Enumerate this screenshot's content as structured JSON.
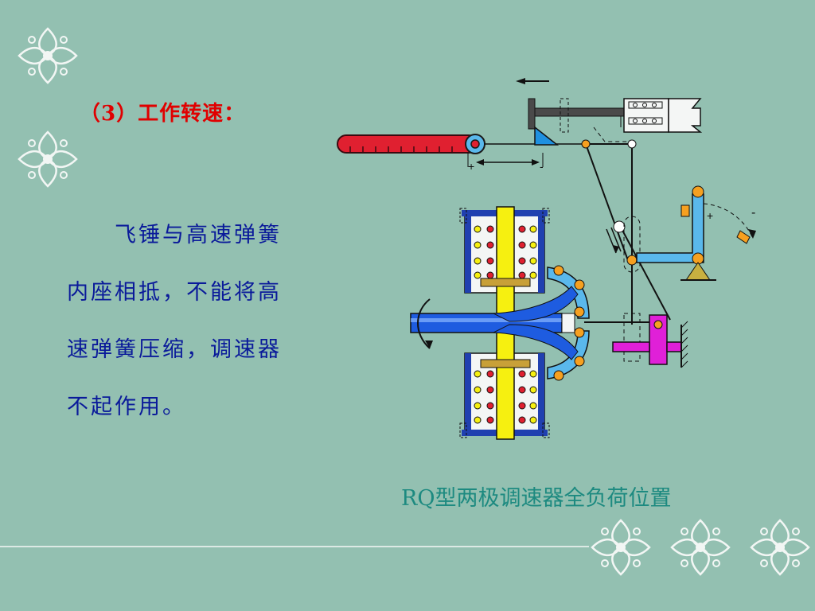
{
  "slide": {
    "heading": "（3）工作转速：",
    "body_lines": [
      "飞锤与高速弹簧",
      "内座相抵，不能将高",
      "速弹簧压缩，调速器",
      "不起作用。"
    ],
    "caption": "RQ型两极调速器全负荷位置"
  },
  "diagram": {
    "rack_plus": "+",
    "rack_minus": "-",
    "lever_plus": "+",
    "lever_minus": "-"
  },
  "colors": {
    "background": "#93c0b1",
    "heading": "#e00000",
    "body": "#0a1a9a",
    "caption": "#1d8a80",
    "rack_red": "#e02030",
    "shaft_blue": "#1e5ce0",
    "weight_yellow": "#f6f010",
    "lever_light_blue": "#5ab8ec",
    "block_magenta": "#e020d8",
    "spring_cup_blue": "#2040b0"
  },
  "icons": [
    "ornament-icon"
  ]
}
